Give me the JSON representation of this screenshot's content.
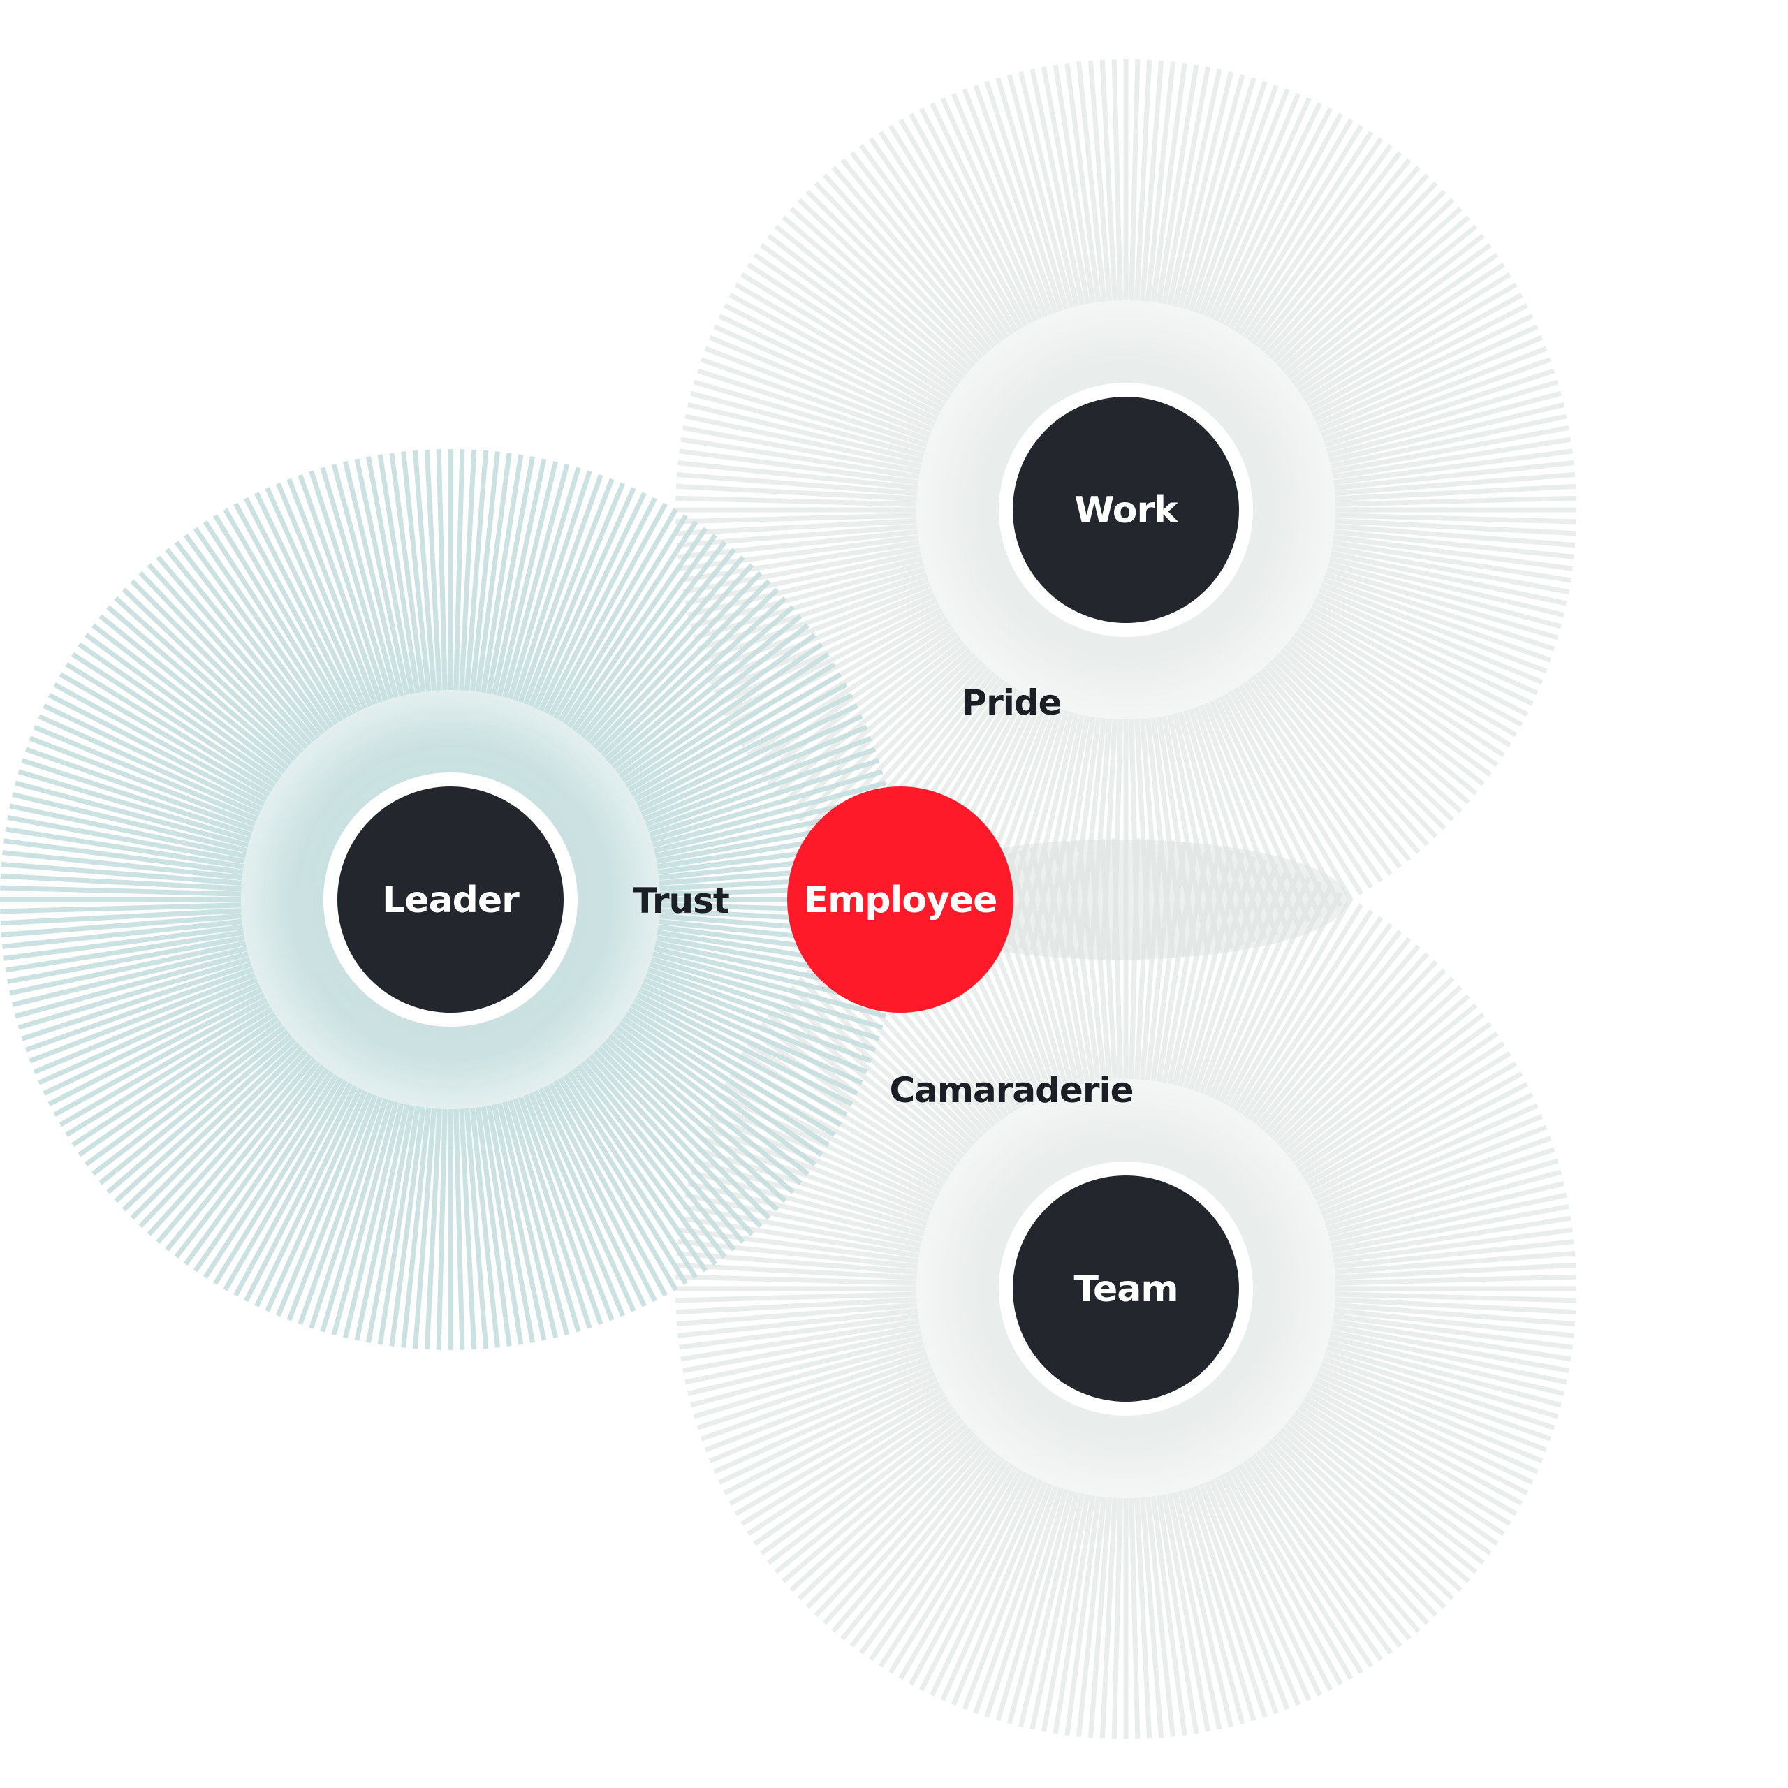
{
  "colors": {
    "background": "#ffffff",
    "leader_burst": "#c7dfdf",
    "gray_burst": "#e8ecea",
    "hub_fill": "#23272d",
    "hub_ring": "#ffffff",
    "employee_fill": "#ff1a2a",
    "hub_text": "#ffffff",
    "relation_text": "#1b1e24"
  },
  "nodes": {
    "leader": "Leader",
    "work": "Work",
    "team": "Team",
    "employee": "Employee"
  },
  "relationships": {
    "trust": "Trust",
    "pride": "Pride",
    "camaraderie": "Camaraderie"
  }
}
